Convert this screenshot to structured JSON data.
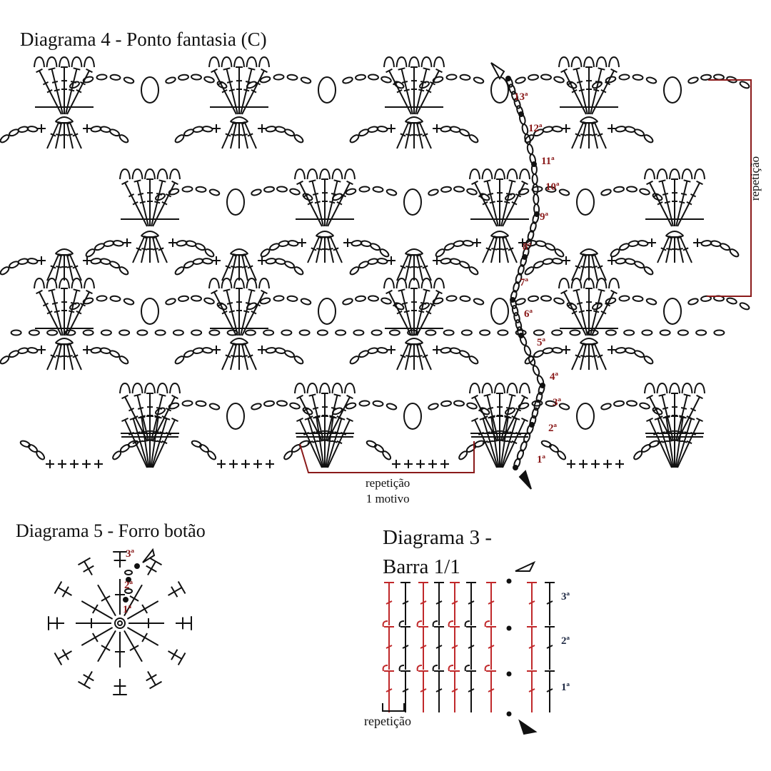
{
  "diagram4": {
    "title": "Diagrama 4 - Ponto fantasia (C)",
    "repeat_label": "repetição",
    "motif_label": "1 motivo",
    "side_label": "repetição",
    "rows": [
      "1ª",
      "2ª",
      "3ª",
      "4ª",
      "5ª",
      "6ª",
      "7ª",
      "8ª",
      "9ª",
      "10ª",
      "11ª",
      "12ª",
      "13ª"
    ]
  },
  "diagram5": {
    "title": "Diagrama 5 - Forro botão",
    "rows": [
      "1ª",
      "2ª",
      "3ª"
    ]
  },
  "diagram3": {
    "title_line1": "Diagrama 3 -",
    "title_line2": "Barra 1/1",
    "repeat_label": "repetição",
    "rows": [
      "1ª",
      "2ª",
      "3ª"
    ]
  },
  "colors": {
    "ink": "#111111",
    "row_label": "#8a1a1a",
    "accent_red": "#c0282a",
    "row_label_d3": "#1f2a44"
  }
}
